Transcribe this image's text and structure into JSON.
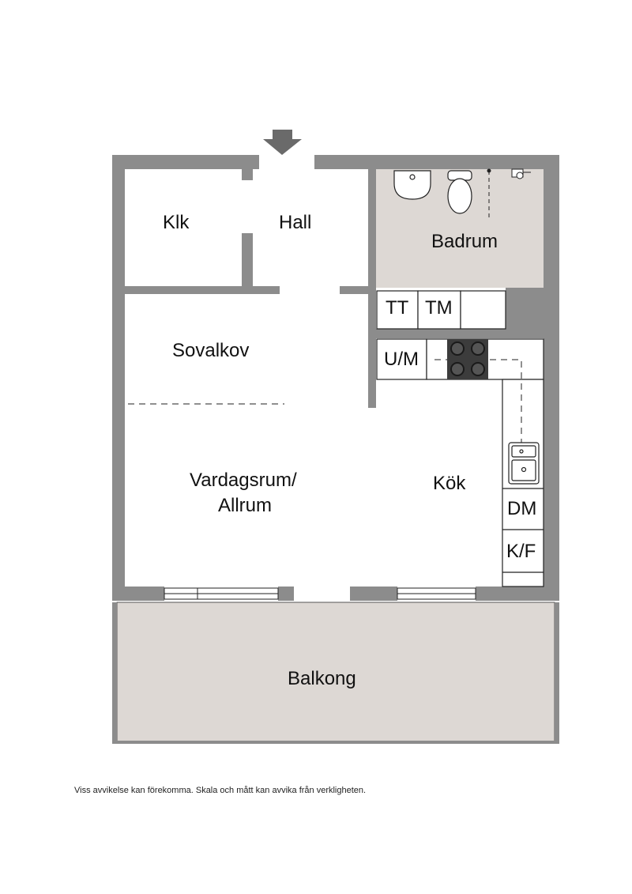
{
  "rooms": {
    "klk": "Klk",
    "hall": "Hall",
    "badrum": "Badrum",
    "sovalkov": "Sovalkov",
    "vardagsrum_line1": "Vardagsrum/",
    "vardagsrum_line2": "Allrum",
    "kok": "Kök",
    "balkong": "Balkong"
  },
  "fixtures": {
    "tt": "TT",
    "tm": "TM",
    "um": "U/M",
    "dm": "DM",
    "kf": "K/F"
  },
  "disclaimer": "Viss avvikelse kan förekomma. Skala och mått kan avvika från verkligheten.",
  "colors": {
    "wall": "#8c8c8c",
    "wet_room_floor": "#ddd8d4",
    "balcony_floor": "#ddd8d4",
    "fixture_fill": "#ffffff",
    "stove": "#3c3c3c",
    "outline": "#222222"
  },
  "icons": [
    "entrance-arrow-icon",
    "washbasin-icon",
    "toilet-icon",
    "shower-icon",
    "stove-icon",
    "sink-icon"
  ]
}
